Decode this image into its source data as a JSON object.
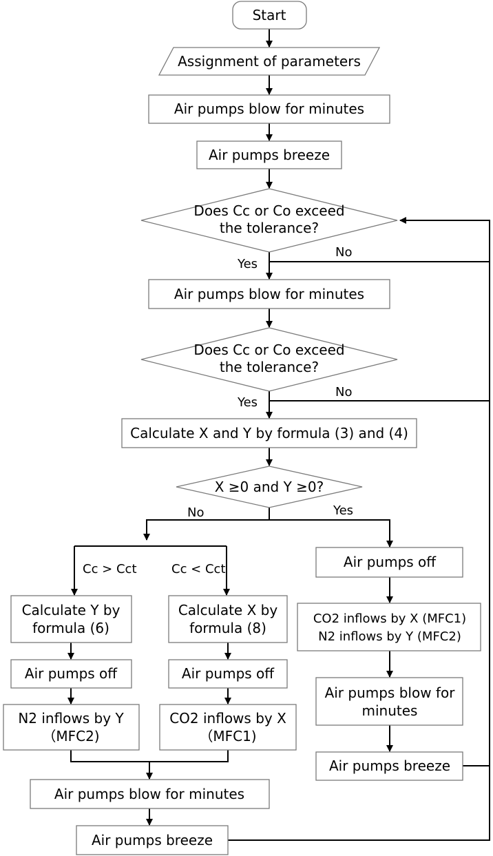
{
  "nodes": {
    "start": "Start",
    "assign": "Assignment of parameters",
    "blow1": "Air pumps blow for minutes",
    "breeze1": "Air pumps breeze",
    "decision1": {
      "line1": "Does Cc or Co exceed",
      "line2": "the tolerance?"
    },
    "blow2": "Air pumps blow for minutes",
    "decision2": {
      "line1": "Does Cc or Co exceed",
      "line2": "the tolerance?"
    },
    "calc_xy": "Calculate X and Y by formula (3) and (4)",
    "decision3": "X ≥0 and Y ≥0?",
    "calc_y": {
      "line1": "Calculate Y  by",
      "line2": "formula (6)"
    },
    "off_left": "Air pumps off",
    "n2_left": {
      "line1": "N2 inflows by Y",
      "line2": "（MFC2)"
    },
    "calc_x": {
      "line1": "Calculate X  by",
      "line2": "formula (8)"
    },
    "off_mid": "Air pumps off",
    "co2_mid": {
      "line1": "CO2 inflows by X",
      "line2": "（MFC1)"
    },
    "blow_bottom": "Air pumps blow  for minutes",
    "breeze_bottom": "Air pumps breeze",
    "off_right": "Air pumps off",
    "inflows_right": {
      "line1": "CO2 inflows by X  (MFC1)",
      "line2": "N2 inflows by Y  (MFC2)"
    },
    "blow_right": {
      "line1": "Air pumps blow  for",
      "line2": "minutes"
    },
    "breeze_right": "Air pumps breeze"
  },
  "labels": {
    "yes1": "Yes",
    "no1": "No",
    "yes2": "Yes",
    "no2": "No",
    "no3": "No",
    "yes3": "Yes",
    "cond_left": "Cc > Cct",
    "cond_right": "Cc < Cct"
  }
}
